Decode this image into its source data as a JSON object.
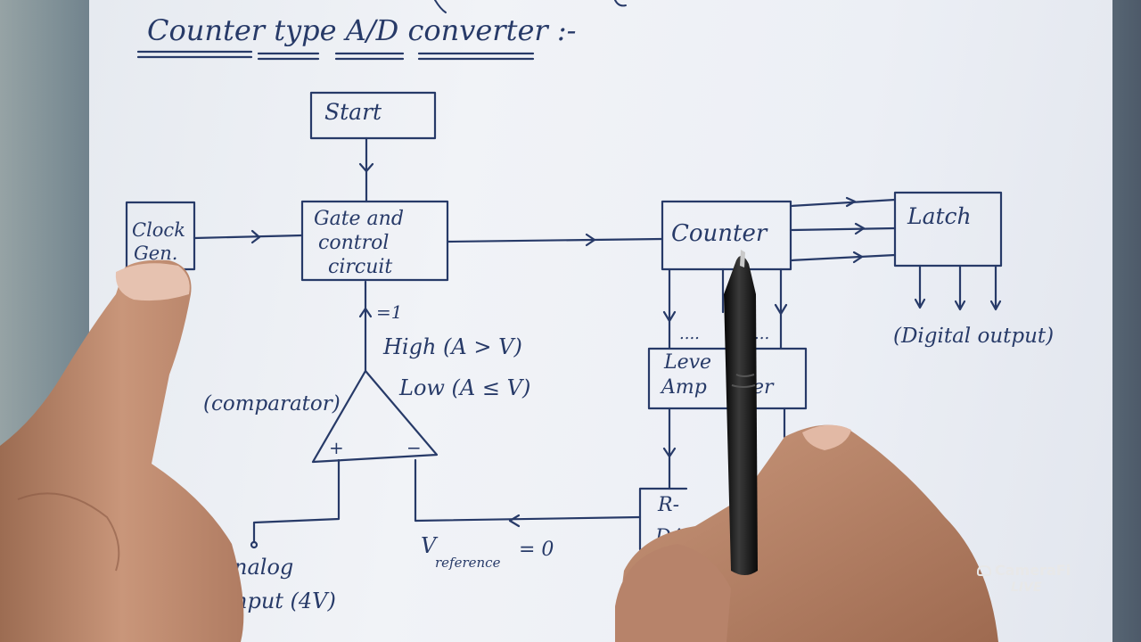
{
  "title": "Counter type A/D converter :-",
  "blocks": {
    "start": "Start",
    "clock_line1": "Clock",
    "clock_line2": "Gen.",
    "gate_line1": "Gate and",
    "gate_line2": "control",
    "gate_line3": "circuit",
    "counter": "Counter",
    "latch": "Latch",
    "level_line1": "Leve",
    "level_line2": "Amp",
    "level_tail": "er",
    "dac_line1": "R-",
    "dac_line2": "DA"
  },
  "labels": {
    "gate_input": "=1",
    "high": "High (A > V)",
    "low": "Low (A ≤ V)",
    "comparator": "(comparator)",
    "plus": "+",
    "minus": "−",
    "dots_left": "....",
    "dots_right": "...",
    "digital_output": "(Digital output)",
    "v_reference": "V",
    "v_reference_sub": "reference",
    "v_reference_value": "= 0",
    "analog_line1": "nalog",
    "analog_line2": "nput (4V)"
  },
  "watermark": {
    "brand": "CameraFi",
    "live": "LIVE"
  },
  "colors": {
    "ink": "#273a68",
    "paper": "#eceff5",
    "skin": "#c48f70",
    "pen": "#151515"
  }
}
